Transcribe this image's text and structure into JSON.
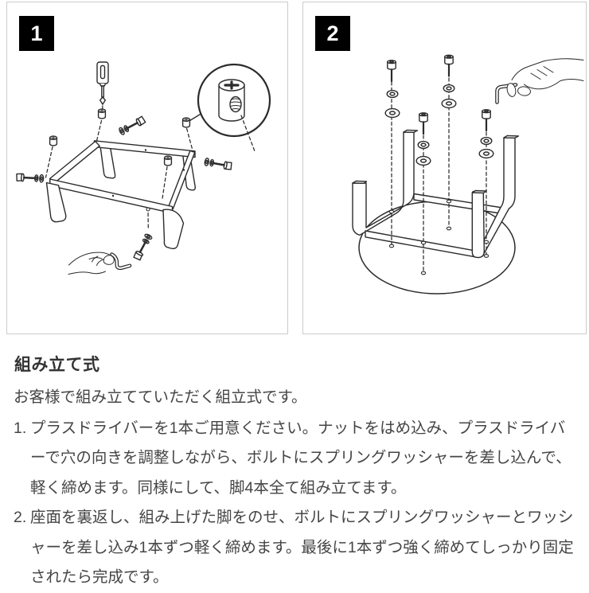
{
  "panels": [
    {
      "number": "1"
    },
    {
      "number": "2"
    }
  ],
  "instructions": {
    "title": "組み立て式",
    "intro": "お客様で組み立てていただく組立式です。",
    "steps": [
      {
        "marker": "1.",
        "text": "プラスドライバーを1本ご用意ください。ナットをはめ込み、プラスドライバーで穴の向きを調整しながら、ボルトにスプリングワッシャーを差し込んで、軽く締めます。同様にして、脚4本全て組み立てます。"
      },
      {
        "marker": "2.",
        "text": "座面を裏返し、組み上げた脚をのせ、ボルトにスプリングワッシャーとワッシャーを差し込み1本ずつ軽く締めます。最後に1本ずつ強く締めてしっかり固定されたら完成です。"
      }
    ]
  }
}
